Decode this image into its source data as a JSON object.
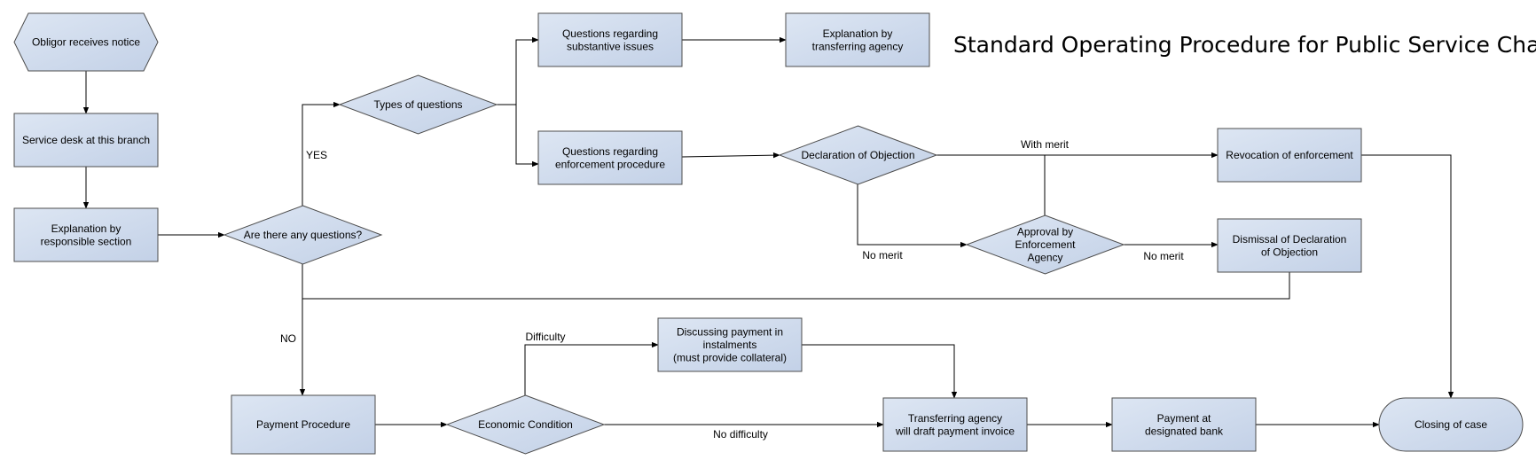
{
  "title": "Standard Operating Procedure for Public Service Chart",
  "colors": {
    "node_fill_start": "#dde6f3",
    "node_fill_end": "#c3d1e7",
    "stroke": "#4d4d4d"
  },
  "nodes": {
    "obligor": {
      "shape": "hexagon",
      "lines": [
        "Obligor receives notice"
      ]
    },
    "service_desk": {
      "shape": "rect",
      "lines": [
        "Service desk at this branch"
      ]
    },
    "explanation_section": {
      "shape": "rect",
      "lines": [
        "Explanation by",
        "responsible section"
      ]
    },
    "any_questions": {
      "shape": "diamond",
      "lines": [
        "Are there any questions?"
      ]
    },
    "types_questions": {
      "shape": "diamond",
      "lines": [
        "Types of questions"
      ]
    },
    "q_substantive": {
      "shape": "rect",
      "lines": [
        "Questions regarding",
        "substantive issues"
      ]
    },
    "explanation_transfer": {
      "shape": "rect",
      "lines": [
        "Explanation by",
        "transferring agency"
      ]
    },
    "q_enforcement": {
      "shape": "rect",
      "lines": [
        "Questions regarding",
        "enforcement procedure"
      ]
    },
    "declaration": {
      "shape": "diamond",
      "lines": [
        "Declaration of Objection"
      ]
    },
    "approval": {
      "shape": "diamond",
      "lines": [
        "Approval by",
        "Enforcement",
        "Agency"
      ]
    },
    "revocation": {
      "shape": "rect",
      "lines": [
        "Revocation of enforcement"
      ]
    },
    "dismissal": {
      "shape": "rect",
      "lines": [
        "Dismissal of Declaration",
        "of Objection"
      ]
    },
    "payment_procedure": {
      "shape": "rect",
      "lines": [
        "Payment Procedure"
      ]
    },
    "economic": {
      "shape": "diamond",
      "lines": [
        "Economic Condition"
      ]
    },
    "instalments": {
      "shape": "rect",
      "lines": [
        "Discussing payment in",
        "instalments",
        "(must provide collateral)"
      ]
    },
    "invoice": {
      "shape": "rect",
      "lines": [
        "Transferring agency",
        "will draft payment invoice"
      ]
    },
    "bank": {
      "shape": "rect",
      "lines": [
        "Payment at",
        "designated bank"
      ]
    },
    "closing": {
      "shape": "terminal",
      "lines": [
        "Closing of case"
      ]
    }
  },
  "edge_labels": {
    "yes": "YES",
    "no": "NO",
    "with_merit": "With merit",
    "no_merit_1": "No merit",
    "no_merit_2": "No merit",
    "difficulty": "Difficulty",
    "no_difficulty": "No difficulty"
  }
}
